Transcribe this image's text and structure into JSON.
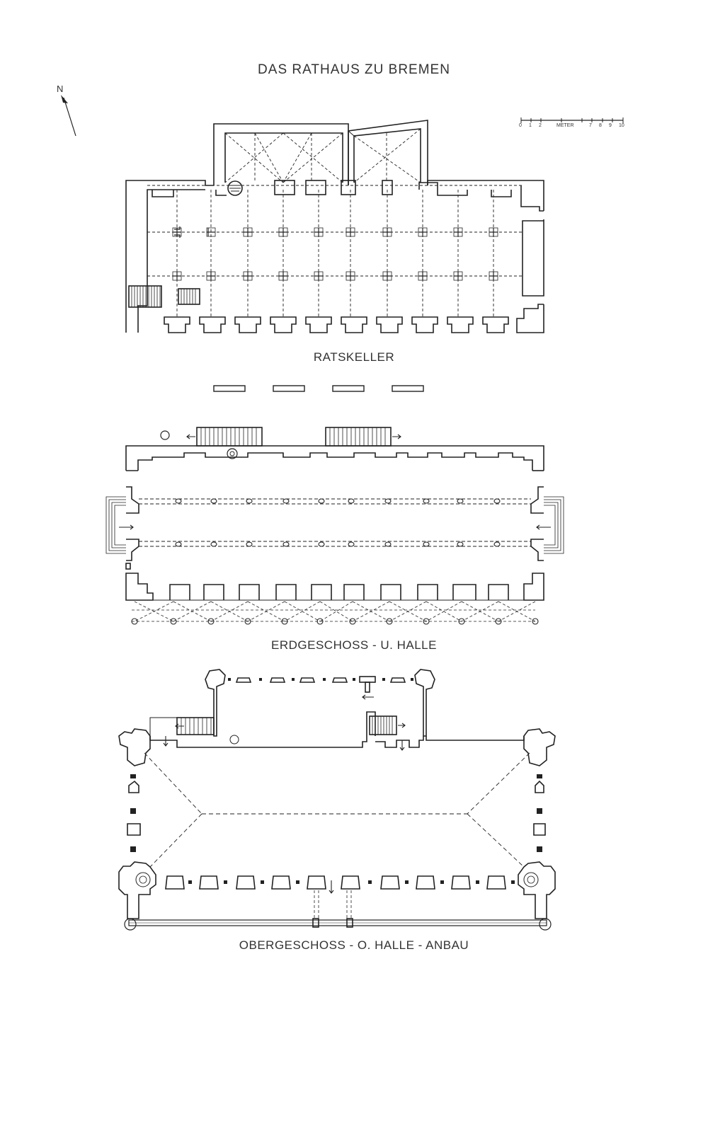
{
  "sheet": {
    "title": "DAS RATHAUS ZU BREMEN"
  },
  "north_arrow": {
    "label": "N",
    "icon": "north-arrow-icon"
  },
  "scale_bar": {
    "ticks": [
      "0",
      "1",
      "2",
      "METER",
      "7",
      "8",
      "9",
      "10"
    ]
  },
  "plans": [
    {
      "caption": "RATSKELLER"
    },
    {
      "caption": "ERDGESCHOSS - U. HALLE"
    },
    {
      "caption": "OBERGESCHOSS - O. HALLE - ANBAU"
    }
  ],
  "colors": {
    "ink": "#222222",
    "paper": "#ffffff"
  }
}
